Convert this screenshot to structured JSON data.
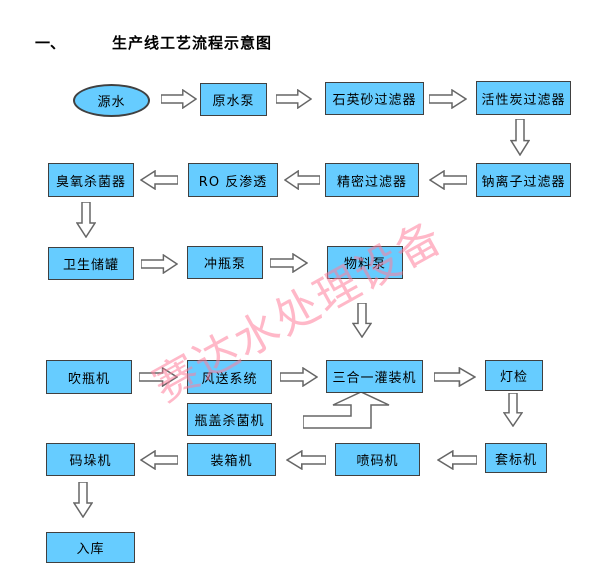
{
  "page": {
    "heading_number": "一、",
    "heading_title": "生产线工艺流程示意图",
    "watermark": "赛达水处理设备"
  },
  "colors": {
    "node_fill": "#66CCFF",
    "node_border": "#404040",
    "arrow_stroke": "#666666",
    "watermark_pink": "#FF7D9B",
    "text": "#000000",
    "background": "#FFFFFF"
  },
  "flowchart": {
    "nodes": [
      {
        "id": "source-water",
        "label": "源水",
        "shape": "ellipse"
      },
      {
        "id": "raw-water-pump",
        "label": "原水泵",
        "shape": "rect"
      },
      {
        "id": "quartz-sand-filter",
        "label": "石英砂过滤器",
        "shape": "rect"
      },
      {
        "id": "activated-carbon-filter",
        "label": "活性炭过滤器",
        "shape": "rect"
      },
      {
        "id": "sodium-ion-filter",
        "label": "钠离子过滤器",
        "shape": "rect"
      },
      {
        "id": "precision-filter",
        "label": "精密过滤器",
        "shape": "rect"
      },
      {
        "id": "ro-reverse-osmosis",
        "label": "RO 反渗透",
        "shape": "rect"
      },
      {
        "id": "ozone-sterilizer",
        "label": "臭氧杀菌器",
        "shape": "rect"
      },
      {
        "id": "sanitary-storage-tank",
        "label": "卫生储罐",
        "shape": "rect"
      },
      {
        "id": "bottle-rinsing-pump",
        "label": "冲瓶泵",
        "shape": "rect"
      },
      {
        "id": "material-pump",
        "label": "物料泵",
        "shape": "rect"
      },
      {
        "id": "bottle-blowing-machine",
        "label": "吹瓶机",
        "shape": "rect"
      },
      {
        "id": "air-conveying-system",
        "label": "风送系统",
        "shape": "rect"
      },
      {
        "id": "three-in-one-filling-machine",
        "label": "三合一灌装机",
        "shape": "rect"
      },
      {
        "id": "light-inspection",
        "label": "灯检",
        "shape": "rect"
      },
      {
        "id": "cap-sterilizer",
        "label": "瓶盖杀菌机",
        "shape": "rect"
      },
      {
        "id": "label-sleeving-machine",
        "label": "套标机",
        "shape": "rect"
      },
      {
        "id": "inkjet-coder",
        "label": "喷码机",
        "shape": "rect"
      },
      {
        "id": "case-packer",
        "label": "装箱机",
        "shape": "rect"
      },
      {
        "id": "palletizer",
        "label": "码垛机",
        "shape": "rect"
      },
      {
        "id": "warehouse-entry",
        "label": "入库",
        "shape": "rect"
      }
    ],
    "edges": [
      {
        "from": "source-water",
        "to": "raw-water-pump"
      },
      {
        "from": "raw-water-pump",
        "to": "quartz-sand-filter"
      },
      {
        "from": "quartz-sand-filter",
        "to": "activated-carbon-filter"
      },
      {
        "from": "activated-carbon-filter",
        "to": "sodium-ion-filter"
      },
      {
        "from": "sodium-ion-filter",
        "to": "precision-filter"
      },
      {
        "from": "precision-filter",
        "to": "ro-reverse-osmosis"
      },
      {
        "from": "ro-reverse-osmosis",
        "to": "ozone-sterilizer"
      },
      {
        "from": "ozone-sterilizer",
        "to": "sanitary-storage-tank"
      },
      {
        "from": "sanitary-storage-tank",
        "to": "bottle-rinsing-pump"
      },
      {
        "from": "bottle-rinsing-pump",
        "to": "material-pump"
      },
      {
        "from": "material-pump",
        "to": "three-in-one-filling-machine"
      },
      {
        "from": "bottle-blowing-machine",
        "to": "air-conveying-system"
      },
      {
        "from": "air-conveying-system",
        "to": "three-in-one-filling-machine"
      },
      {
        "from": "cap-sterilizer",
        "to": "three-in-one-filling-machine"
      },
      {
        "from": "three-in-one-filling-machine",
        "to": "light-inspection"
      },
      {
        "from": "light-inspection",
        "to": "label-sleeving-machine"
      },
      {
        "from": "label-sleeving-machine",
        "to": "inkjet-coder"
      },
      {
        "from": "inkjet-coder",
        "to": "case-packer"
      },
      {
        "from": "case-packer",
        "to": "palletizer"
      },
      {
        "from": "palletizer",
        "to": "warehouse-entry"
      }
    ]
  }
}
